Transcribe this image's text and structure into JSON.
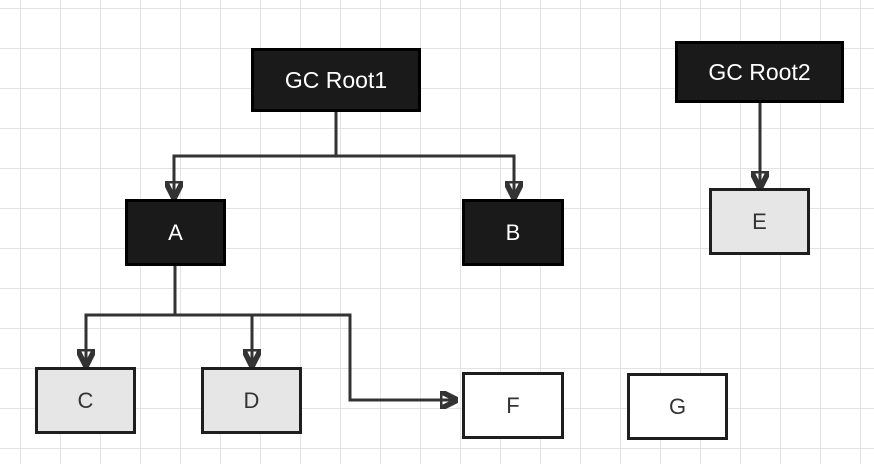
{
  "diagram": {
    "nodes": {
      "gc_root1": {
        "label": "GC Root1",
        "style": "dark"
      },
      "gc_root2": {
        "label": "GC Root2",
        "style": "dark"
      },
      "a": {
        "label": "A",
        "style": "dark"
      },
      "b": {
        "label": "B",
        "style": "dark"
      },
      "c": {
        "label": "C",
        "style": "gray"
      },
      "d": {
        "label": "D",
        "style": "gray"
      },
      "e": {
        "label": "E",
        "style": "gray"
      },
      "f": {
        "label": "F",
        "style": "white"
      },
      "g": {
        "label": "G",
        "style": "white"
      }
    },
    "edges": [
      {
        "from": "GC Root1",
        "to": "A"
      },
      {
        "from": "GC Root1",
        "to": "B"
      },
      {
        "from": "GC Root2",
        "to": "E"
      },
      {
        "from": "A",
        "to": "C"
      },
      {
        "from": "A",
        "to": "D"
      },
      {
        "from": "A",
        "to": "F"
      }
    ],
    "colors": {
      "dark_fill": "#1a1a1a",
      "gray_fill": "#e6e6e6",
      "white_fill": "#ffffff",
      "line": "#333333",
      "grid": "#e3e3e3"
    }
  }
}
